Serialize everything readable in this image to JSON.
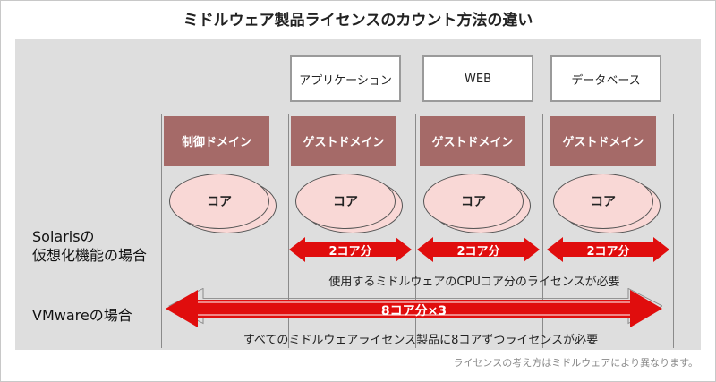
{
  "title": "ミドルウェア製品ライセンスのカウント方法の違い",
  "apps": [
    {
      "label": "アプリケーション"
    },
    {
      "label": "WEB"
    },
    {
      "label": "データベース"
    }
  ],
  "domains": [
    {
      "label": "制御ドメイン"
    },
    {
      "label": "ゲストドメイン"
    },
    {
      "label": "ゲストドメイン"
    },
    {
      "label": "ゲストドメイン"
    }
  ],
  "cores": [
    {
      "label": "コア"
    },
    {
      "label": "コア"
    },
    {
      "label": "コア"
    },
    {
      "label": "コア"
    }
  ],
  "solaris": {
    "label_line1": "Solarisの",
    "label_line2": "仮想化機能の場合",
    "arrows": [
      {
        "label": "2コア分"
      },
      {
        "label": "2コア分"
      },
      {
        "label": "2コア分"
      }
    ],
    "caption": "使用するミドルウェアのCPUコア分のライセンスが必要"
  },
  "vmware": {
    "label": "VMwareの場合",
    "arrow_label": "8コア分×3",
    "caption": "すべてのミドルウェアライセンス製品に8コアずつライセンスが必要"
  },
  "footnote": "ライセンスの考え方はミドルウェアにより異なります。",
  "colors": {
    "arrow_red": "#e00d0d",
    "domain_fill": "#a56a68",
    "core_fill": "#f9d8d6",
    "panel_bg": "#dedede"
  }
}
